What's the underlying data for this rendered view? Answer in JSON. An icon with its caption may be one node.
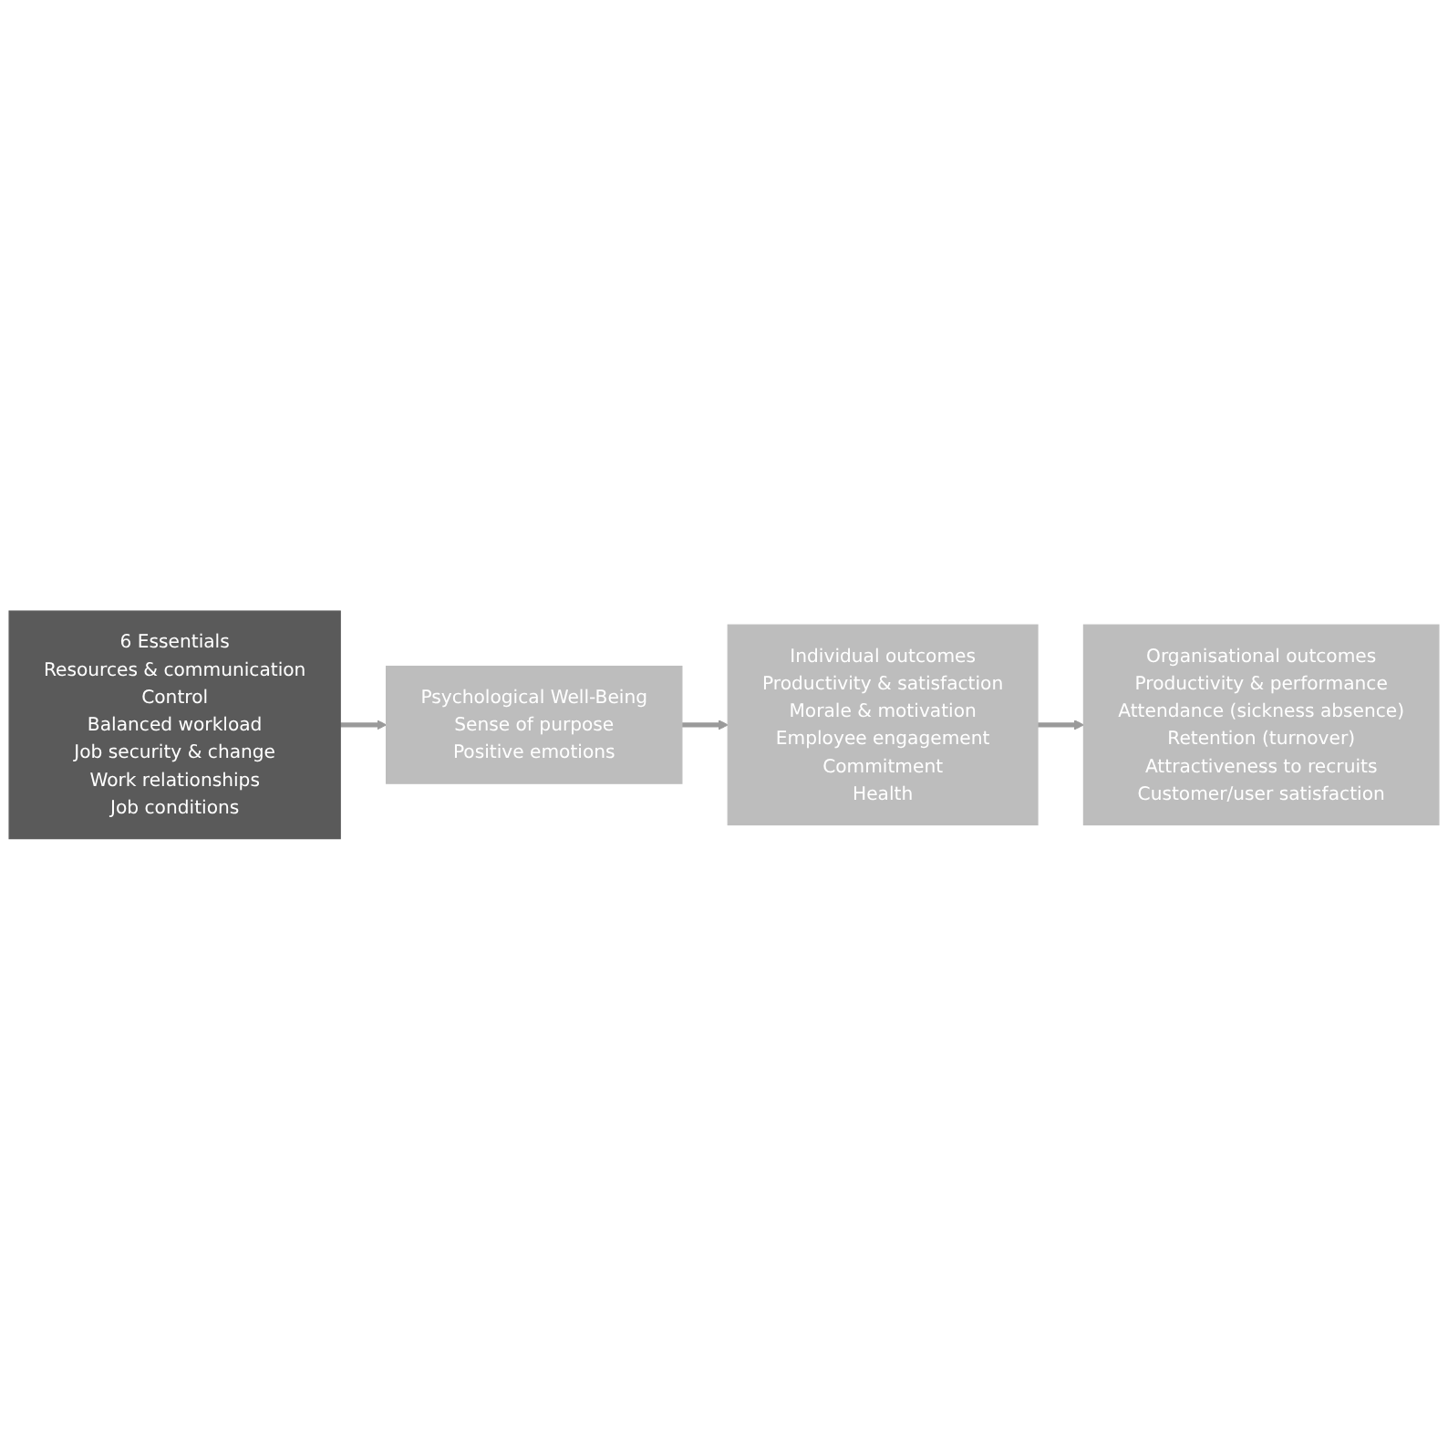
{
  "diagram": {
    "nodes": [
      {
        "text": [
          "6 Essentials",
          "Resources & communication",
          "Control",
          "Balanced workload",
          "Job security & change",
          "Work relationships",
          "Job conditions"
        ]
      },
      {
        "text": [
          "Psychological Well-Being",
          "Sense of purpose",
          "Positive emotions"
        ]
      },
      {
        "text": [
          "Individual outcomes",
          "Productivity & satisfaction",
          "Morale & motivation",
          "Employee engagement",
          "Commitment",
          "Health"
        ]
      },
      {
        "text": [
          "Organisational outcomes",
          "Productivity & performance",
          "Attendance (sickness absence)",
          "Retention (turnover)",
          "Attractiveness to recruits",
          "Customer/user satisfaction"
        ]
      }
    ],
    "edges": [
      {
        "from": 0,
        "to": 1,
        "arrow": "to"
      },
      {
        "from": 1,
        "to": 2,
        "arrow": "to"
      },
      {
        "from": 2,
        "to": 3,
        "arrow": "to"
      }
    ]
  }
}
